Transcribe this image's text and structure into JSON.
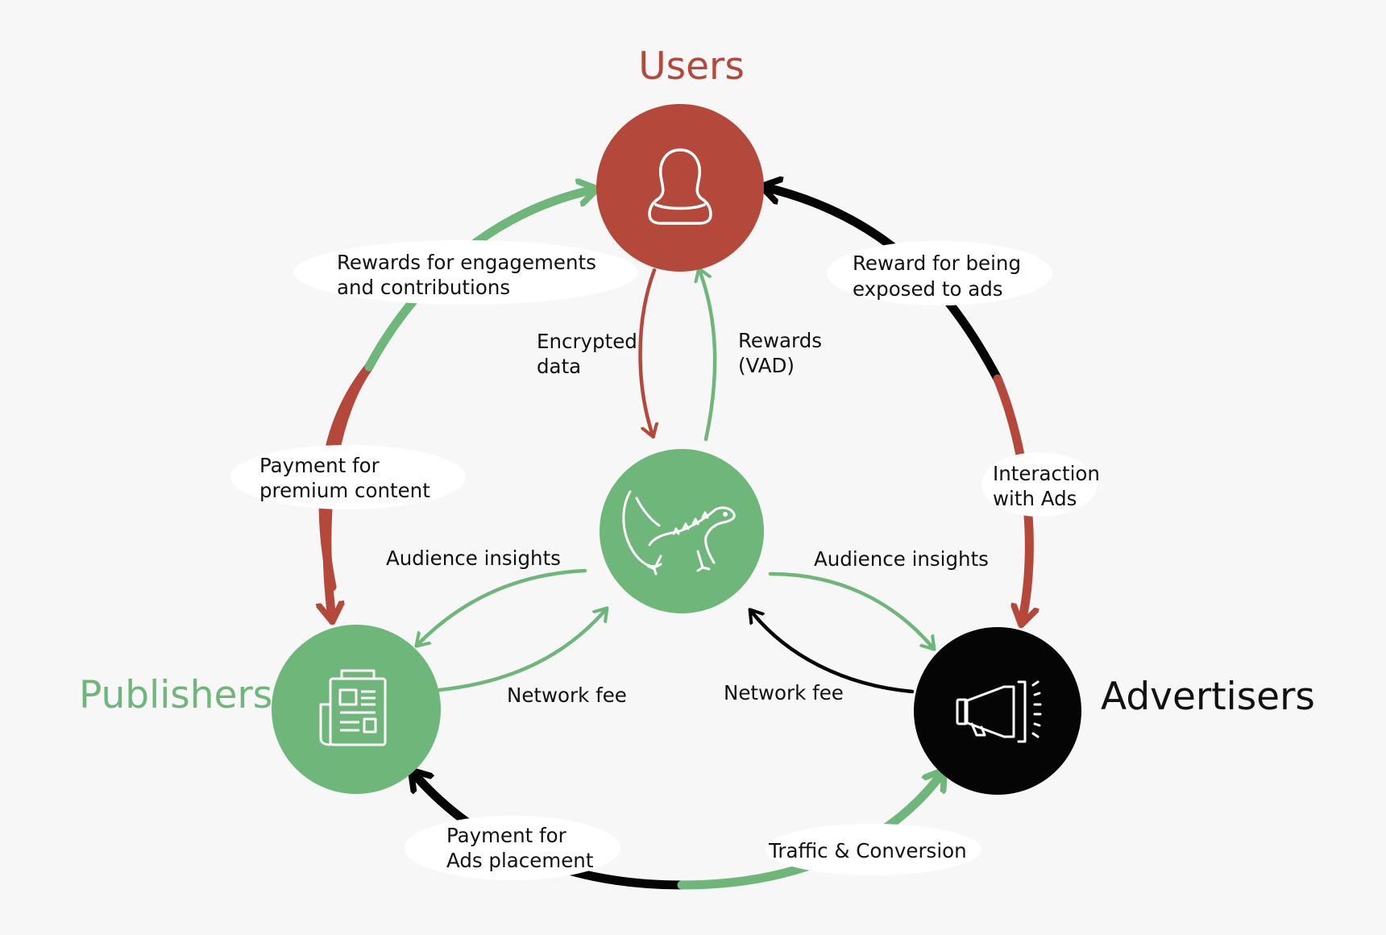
{
  "nodes": {
    "users": {
      "title": "Users",
      "icon": "user-icon"
    },
    "platform": {
      "icon": "lizard-icon"
    },
    "publishers": {
      "title": "Publishers",
      "icon": "newspaper-icon"
    },
    "advertisers": {
      "title": "Advertisers",
      "icon": "megaphone-icon"
    }
  },
  "labels": {
    "rewards_engagement_line1": "Rewards for engagements",
    "rewards_engagement_line2": "and contributions",
    "reward_exposed_line1": "Reward for being",
    "reward_exposed_line2": "exposed to ads",
    "encrypted_line1": "Encrypted",
    "encrypted_line2": "data",
    "rewards_vad_line1": "Rewards",
    "rewards_vad_line2": "(VAD)",
    "payment_premium_line1": "Payment for",
    "payment_premium_line2": "premium content",
    "interaction_line1": "Interaction",
    "interaction_line2": "with Ads",
    "audience_left": "Audience insights",
    "audience_right": "Audience insights",
    "network_fee_left": "Network fee",
    "network_fee_right": "Network fee",
    "payment_ads_line1": "Payment for",
    "payment_ads_line2": "Ads placement",
    "traffic": "Traffic & Conversion"
  },
  "colors": {
    "red": "#b4493b",
    "green": "#6fb67a",
    "black": "#050505",
    "background": "#f7f7f7",
    "label_bubble": "#ffffff"
  }
}
